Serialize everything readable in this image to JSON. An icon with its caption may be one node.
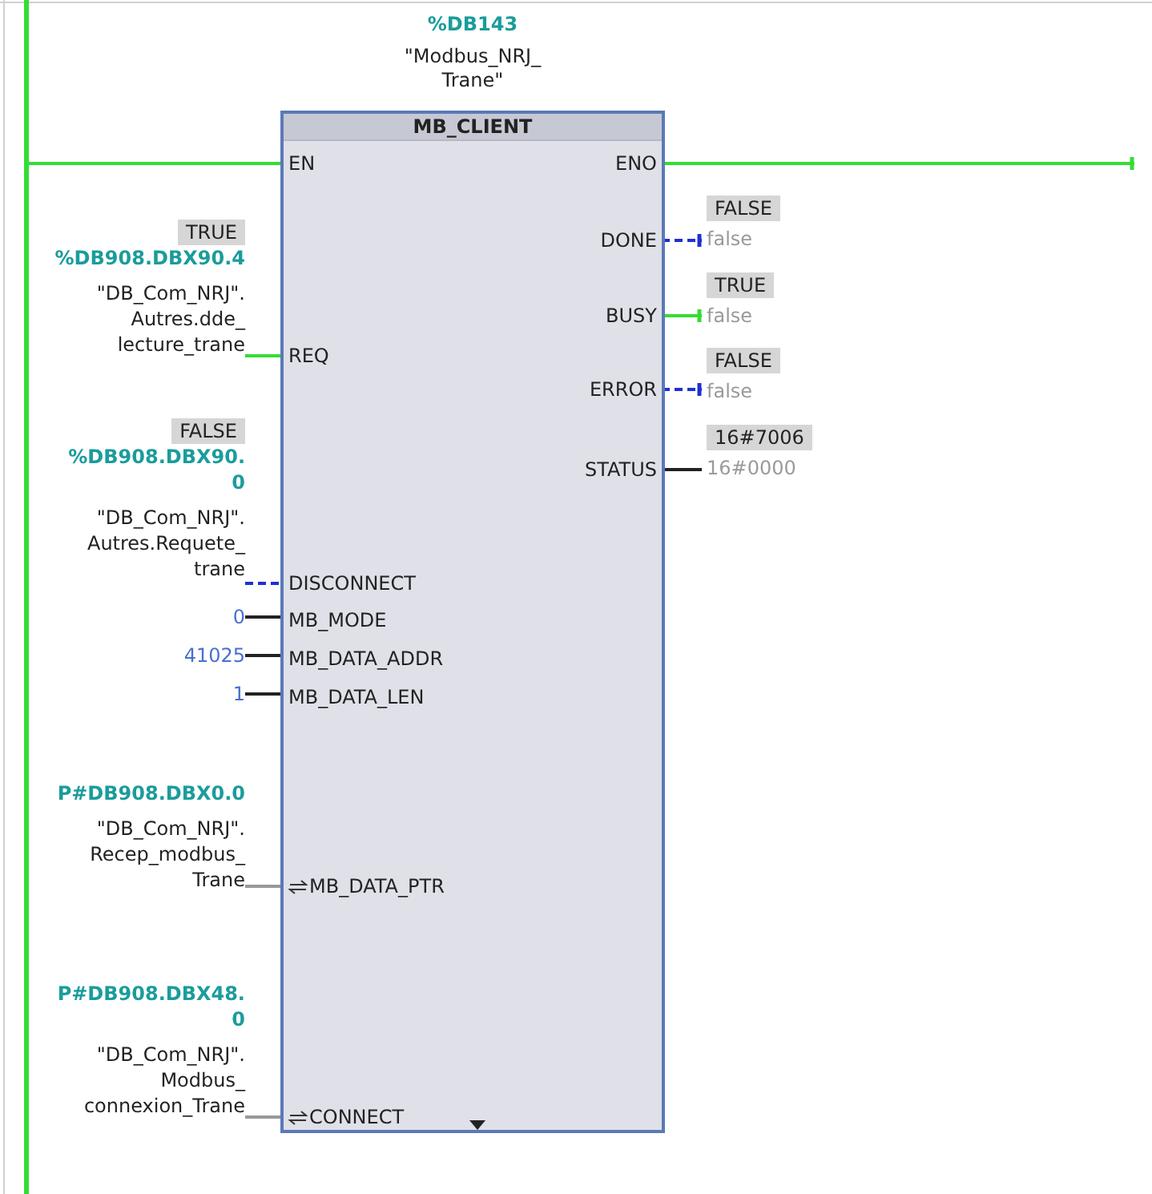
{
  "diagram": {
    "nodes": [
      {
        "text": [
          "MB_CLIENT"
        ],
        "beside": [
          "%DB143",
          "\"Modbus_NRJ_ Trane\""
        ]
      },
      {
        "text": [
          "EN"
        ],
        "in": 0
      },
      {
        "text": [
          "ENO"
        ],
        "in": 0
      },
      {
        "text": [
          "DONE"
        ],
        "in": 0
      },
      {
        "text": [
          "BUSY"
        ],
        "in": 0
      },
      {
        "text": [
          "ERROR"
        ],
        "in": 0
      },
      {
        "text": [
          "STATUS"
        ],
        "in": 0
      },
      {
        "text": [
          "REQ"
        ],
        "in": 0
      },
      {
        "text": [
          "DISCONNECT"
        ],
        "in": 0
      },
      {
        "text": [
          "MB_MODE"
        ],
        "in": 0
      },
      {
        "text": [
          "MB_DATA_ADDR"
        ],
        "in": 0
      },
      {
        "text": [
          "MB_DATA_LEN"
        ],
        "in": 0
      },
      {
        "text": [
          "MB_DATA_PTR"
        ],
        "in": 0
      },
      {
        "text": [
          "CONNECT"
        ],
        "in": 0
      },
      {
        "text": [],
        "shape": "bar"
      },
      {
        "text": [
          "TRUE",
          "%DB908.DBX90.4",
          "\"DB_Com_NRJ\". Autres.dde_ lecture_trane"
        ]
      },
      {
        "text": [
          "FALSE",
          "%DB908.DBX90. 0",
          "\"DB_Com_NRJ\". Autres.Requete_ trane"
        ]
      },
      {
        "text": [
          "0"
        ]
      },
      {
        "text": [
          "41025"
        ]
      },
      {
        "text": [
          "1"
        ]
      },
      {
        "text": [
          "P#DB908.DBX0.0",
          "\"DB_Com_NRJ\". Recep_modbus_ Trane"
        ]
      },
      {
        "text": [
          "P#DB908.DBX48. 0",
          "\"DB_Com_NRJ\". Modbus_ connexion_Trane"
        ]
      },
      {
        "text": [
          "FALSE",
          "false"
        ]
      },
      {
        "text": [
          "TRUE",
          "false"
        ]
      },
      {
        "text": [
          "FALSE",
          "false"
        ]
      },
      {
        "text": [
          "16#7006",
          "16#0000"
        ]
      }
    ],
    "edges": [
      {
        "from": 14,
        "to": 1,
        "arrow": "none"
      },
      {
        "from": 2,
        "to": null,
        "arrow": "other"
      },
      {
        "from": 15,
        "to": 7,
        "arrow": "none"
      },
      {
        "from": 16,
        "to": 8,
        "arrow": "none",
        "style": "dashed",
        "color": "#1f2fd6"
      },
      {
        "from": 17,
        "to": 9,
        "arrow": "none",
        "color": "#222222"
      },
      {
        "from": 18,
        "to": 10,
        "arrow": "none",
        "color": "#222222"
      },
      {
        "from": 19,
        "to": 11,
        "arrow": "none",
        "color": "#222222"
      },
      {
        "from": 20,
        "to": 12,
        "arrow": "none",
        "color": "#999999"
      },
      {
        "from": 21,
        "to": 13,
        "arrow": "none",
        "color": "#999999"
      },
      {
        "from": 3,
        "to": 22,
        "arrow": "other",
        "style": "dashed",
        "color": "#1f2fd6"
      },
      {
        "from": 4,
        "to": 23,
        "arrow": "other"
      },
      {
        "from": 5,
        "to": 24,
        "arrow": "other",
        "style": "dashed",
        "color": "#1f2fd6"
      },
      {
        "from": 6,
        "to": 25,
        "arrow": "none",
        "color": "#222222"
      }
    ]
  }
}
